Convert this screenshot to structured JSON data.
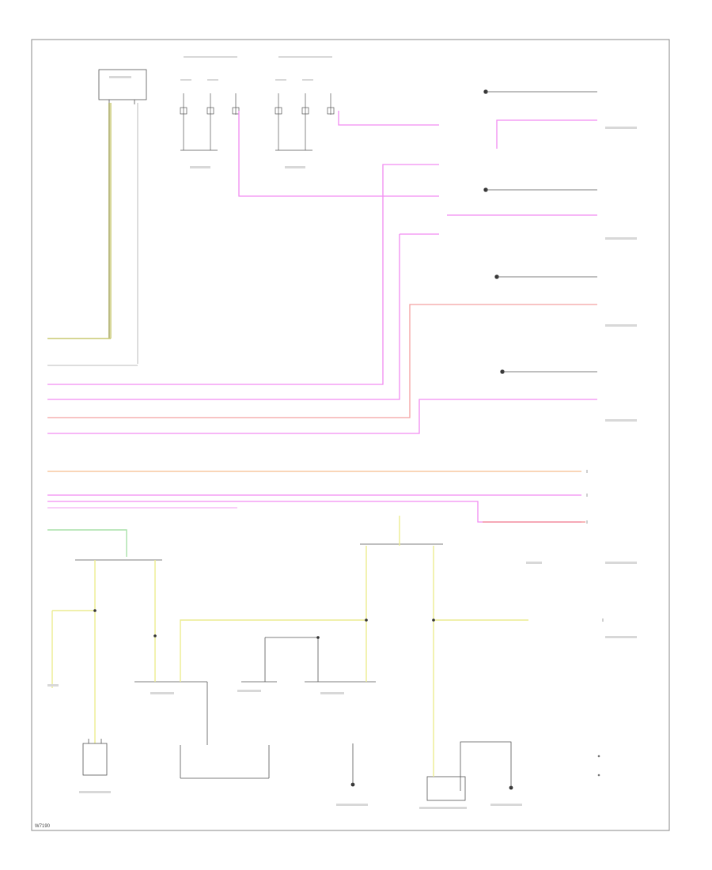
{
  "diagram": {
    "type": "wiring-schematic",
    "frame_code": "W7190",
    "legend": [
      {
        "symbol": "bullet",
        "text": "",
        "name": "legend-entry-1"
      },
      {
        "symbol": "bullet",
        "text": "",
        "name": "legend-entry-2"
      }
    ],
    "colors": {
      "pink": "#f28cf2",
      "yellow": "#ecec90",
      "olive": "#c8c870",
      "orange": "#f7c9a0",
      "salmon": "#f3a0a0",
      "green": "#a8e0a8",
      "red": "#f07070",
      "wire_dark": "#555555",
      "frame": "#888888"
    },
    "note": ""
  }
}
